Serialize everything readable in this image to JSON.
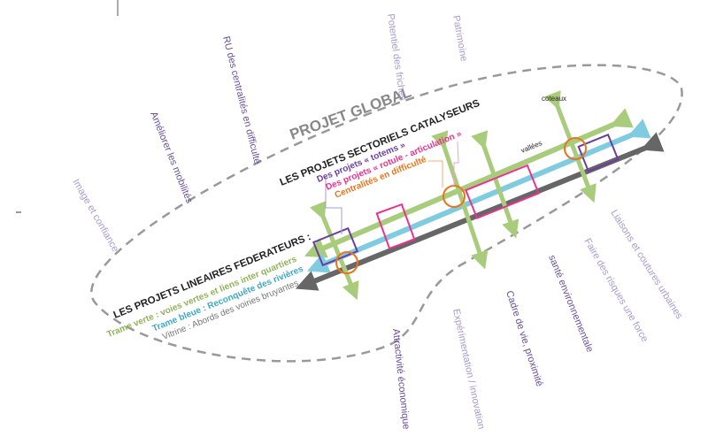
{
  "global_title": "PROJET GLOBAL",
  "sectoriels": {
    "title": "LES PROJETS SECTORIELS CATALYSEURS",
    "totems": "Des projets « totems »",
    "rotule": "Des projets « rotule - articulation »",
    "centralites": "Centralités en difficulté"
  },
  "lineaires": {
    "title": "LES PROJETS LINEAIRES FEDERATEURS :",
    "verte": "Trame verte : voies vertes et liens inter quartiers",
    "bleue": "Trame bleue : Reconquête des rivières",
    "vitrine": "Vitrine : Abords des voiries bruyantes"
  },
  "axis_labels": {
    "coteaux": "coteaux",
    "vallees": "vallées"
  },
  "themes": [
    "Image et confiance",
    "Améliorer les mobilités",
    "RU des centralités en difficulté",
    "Potentiel des friches",
    "Patrimoine",
    "Liaisons et coutures urbaines",
    "Faire des risques une force",
    "santé environnementale",
    "Cadre de vie, proximité",
    "Expérimentation / innovation",
    "Attractivité économique"
  ],
  "colors": {
    "green": "#a9cc7c",
    "blue": "#7fcbe0",
    "gray": "#666666",
    "purple": "#6b3fa0",
    "pink": "#e8338f",
    "orange": "#e8741e"
  }
}
